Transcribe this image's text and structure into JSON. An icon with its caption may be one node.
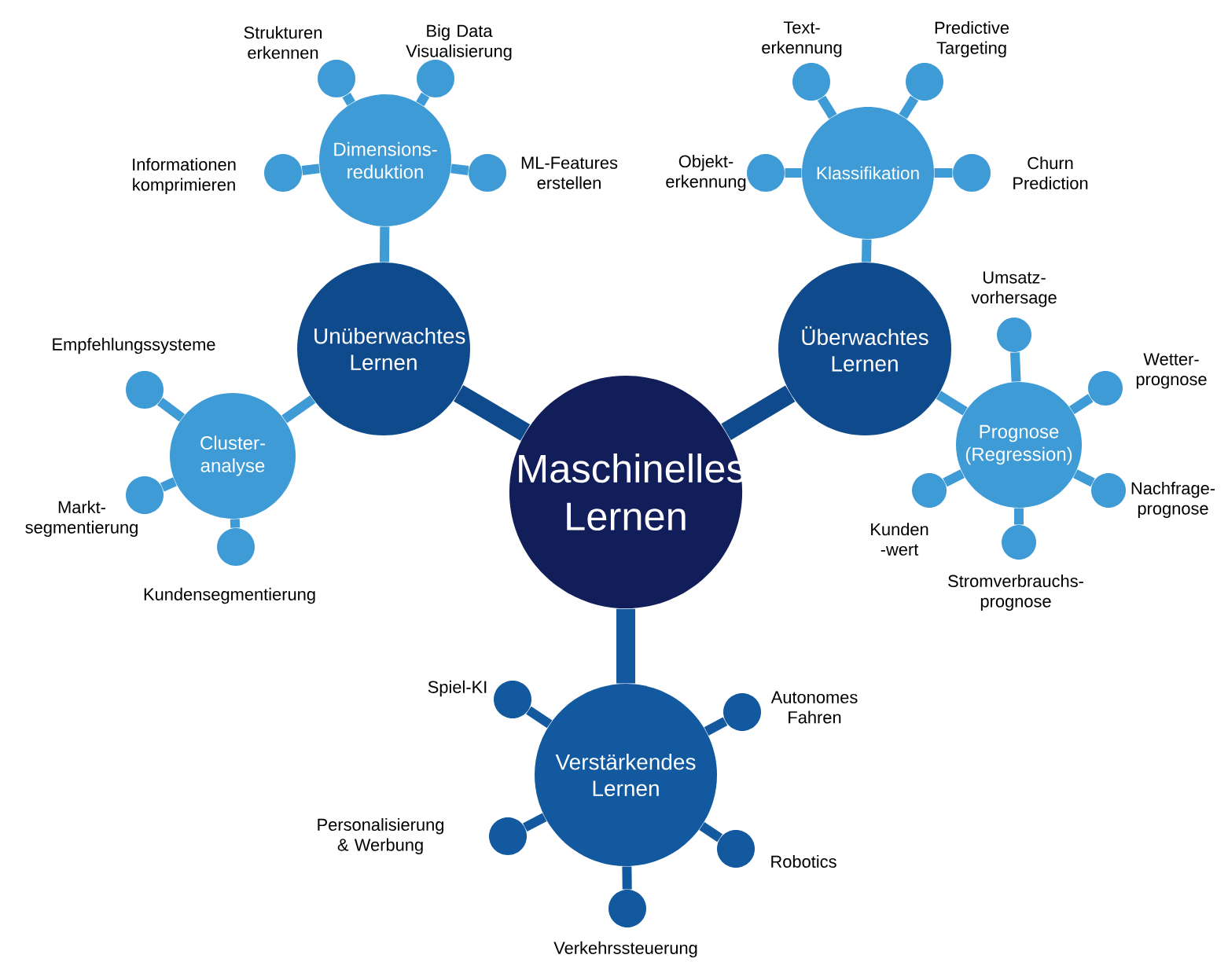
{
  "diagram": {
    "nodes": [
      {
        "text": [
          "Maschinelles Lernen"
        ]
      },
      {
        "text": [
          "Unüberwachtes Lernen"
        ]
      },
      {
        "text": [
          "Dimensions- reduktion"
        ]
      },
      {
        "text": [],
        "shape": "circle",
        "beside": [
          "Strukturen erkennen"
        ]
      },
      {
        "text": [],
        "shape": "circle",
        "beside": [
          "Big Data Visualisierung"
        ]
      },
      {
        "text": [],
        "shape": "circle",
        "beside": [
          "Informationen komprimieren"
        ]
      },
      {
        "text": [],
        "shape": "circle",
        "beside": [
          "ML-Features erstellen"
        ]
      },
      {
        "text": [
          "Cluster- analyse"
        ]
      },
      {
        "text": [],
        "shape": "circle",
        "beside": [
          "Empfehlungssysteme"
        ]
      },
      {
        "text": [],
        "shape": "circle",
        "beside": [
          "Markt- segmentierung"
        ]
      },
      {
        "text": [],
        "shape": "circle",
        "beside": [
          "Kundensegmentierung"
        ]
      },
      {
        "text": [
          "Überwachtes Lernen"
        ]
      },
      {
        "text": [
          "Klassifikation"
        ]
      },
      {
        "text": [],
        "shape": "circle",
        "beside": [
          "Text- erkennung"
        ]
      },
      {
        "text": [],
        "shape": "circle",
        "beside": [
          "Predictive Targeting"
        ]
      },
      {
        "text": [],
        "shape": "circle",
        "beside": [
          "Objekt- erkennung"
        ]
      },
      {
        "text": [],
        "shape": "circle",
        "beside": [
          "Churn Prediction"
        ]
      },
      {
        "text": [
          "Prognose (Regression)"
        ]
      },
      {
        "text": [],
        "shape": "circle",
        "beside": [
          "Umsatz- vorhersage"
        ]
      },
      {
        "text": [],
        "shape": "circle",
        "beside": [
          "Wetter- prognose"
        ]
      },
      {
        "text": [],
        "shape": "circle",
        "beside": [
          "Nachfrage- prognose"
        ]
      },
      {
        "text": [],
        "shape": "circle",
        "beside": [
          "Stromverbrauchs- prognose"
        ]
      },
      {
        "text": [],
        "shape": "circle",
        "beside": [
          "Kunden -wert"
        ]
      },
      {
        "text": [
          "Verstärkendes Lernen"
        ]
      },
      {
        "text": [],
        "shape": "circle",
        "beside": [
          "Spiel-KI"
        ]
      },
      {
        "text": [],
        "shape": "circle",
        "beside": [
          "Autonomes Fahren"
        ]
      },
      {
        "text": [],
        "shape": "circle",
        "beside": [
          "Personalisierung & Werbung"
        ]
      },
      {
        "text": [],
        "shape": "circle",
        "beside": [
          "Robotics"
        ]
      },
      {
        "text": [],
        "shape": "circle",
        "beside": [
          "Verkehrssteuerung"
        ]
      }
    ],
    "edges": [
      {
        "from": 0,
        "to": 1,
        "arrow": "none",
        "style": "thick",
        "color": "#0e4a8c"
      },
      {
        "from": 1,
        "to": 2,
        "arrow": "none"
      },
      {
        "from": 2,
        "to": 3,
        "arrow": "none"
      },
      {
        "from": 2,
        "to": 4,
        "arrow": "none"
      },
      {
        "from": 2,
        "to": 5,
        "arrow": "none"
      },
      {
        "from": 2,
        "to": 6,
        "arrow": "none"
      },
      {
        "from": 1,
        "to": 7,
        "arrow": "none"
      },
      {
        "from": 7,
        "to": 8,
        "arrow": "none"
      },
      {
        "from": 7,
        "to": 9,
        "arrow": "none"
      },
      {
        "from": 7,
        "to": 10,
        "arrow": "none"
      },
      {
        "from": 0,
        "to": 11,
        "arrow": "none",
        "style": "thick",
        "color": "#0e4a8c"
      },
      {
        "from": 11,
        "to": 12,
        "arrow": "none"
      },
      {
        "from": 12,
        "to": 13,
        "arrow": "none"
      },
      {
        "from": 12,
        "to": 14,
        "arrow": "none"
      },
      {
        "from": 12,
        "to": 15,
        "arrow": "none"
      },
      {
        "from": 12,
        "to": 16,
        "arrow": "none"
      },
      {
        "from": 11,
        "to": 17,
        "arrow": "none"
      },
      {
        "from": 17,
        "to": 18,
        "arrow": "none"
      },
      {
        "from": 17,
        "to": 19,
        "arrow": "none"
      },
      {
        "from": 17,
        "to": 20,
        "arrow": "none"
      },
      {
        "from": 17,
        "to": 21,
        "arrow": "none"
      },
      {
        "from": 17,
        "to": 22,
        "arrow": "none"
      },
      {
        "from": 0,
        "to": 23,
        "arrow": "none",
        "style": "thick",
        "color": "#13599f"
      },
      {
        "from": 23,
        "to": 24,
        "arrow": "none",
        "color": "#13599f"
      },
      {
        "from": 23,
        "to": 25,
        "arrow": "none",
        "color": "#13599f"
      },
      {
        "from": 23,
        "to": 26,
        "arrow": "none",
        "color": "#13599f"
      },
      {
        "from": 23,
        "to": 27,
        "arrow": "none",
        "color": "#13599f"
      },
      {
        "from": 23,
        "to": 28,
        "arrow": "none",
        "color": "#13599f"
      }
    ]
  }
}
